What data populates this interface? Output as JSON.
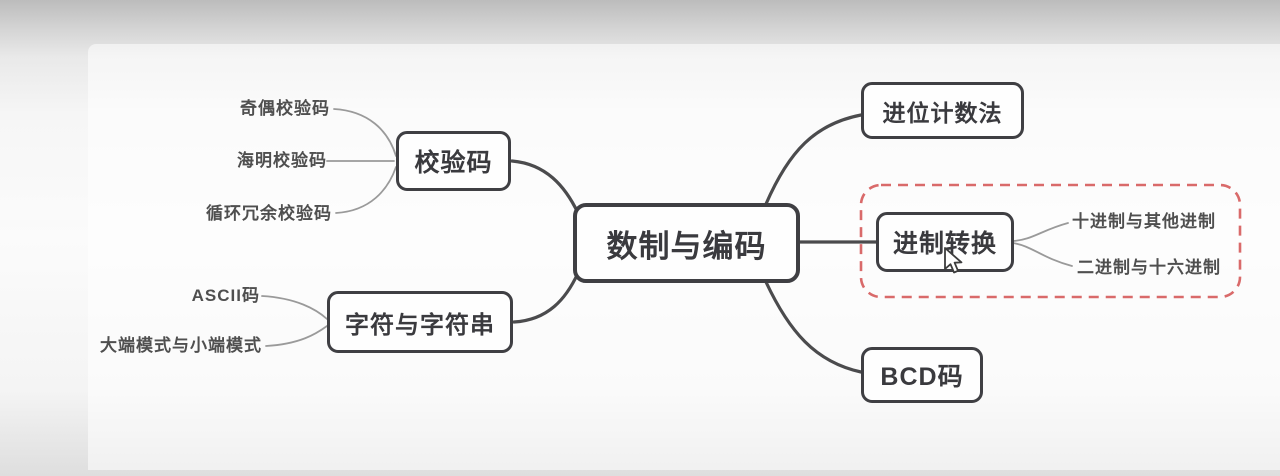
{
  "colors": {
    "highlight_dashed": "#d96a6a",
    "node_border": "#3f3f43",
    "branch_line": "#4b4b4d",
    "leaf_line": "#9a9a9a",
    "node_text": "#3a3a3e",
    "leaf_text": "#4f4f4f"
  },
  "mindmap": {
    "root": {
      "label": "数制与编码"
    },
    "branches": {
      "check_code": {
        "label": "校验码",
        "children": {
          "parity": "奇偶校验码",
          "hamming": "海明校验码",
          "crc": "循环冗余校验码"
        }
      },
      "char_string": {
        "label": "字符与字符串",
        "children": {
          "ascii": "ASCII码",
          "endian": "大端模式与小端模式"
        }
      },
      "positional": {
        "label": "进位计数法"
      },
      "base_conversion": {
        "label": "进制转换",
        "highlighted": true,
        "children": {
          "dec_other": "十进制与其他进制",
          "bin_hex": "二进制与十六进制"
        }
      },
      "bcd": {
        "label": "BCD码"
      }
    }
  },
  "cursor": {
    "icon": "arrow-pointer-icon"
  }
}
